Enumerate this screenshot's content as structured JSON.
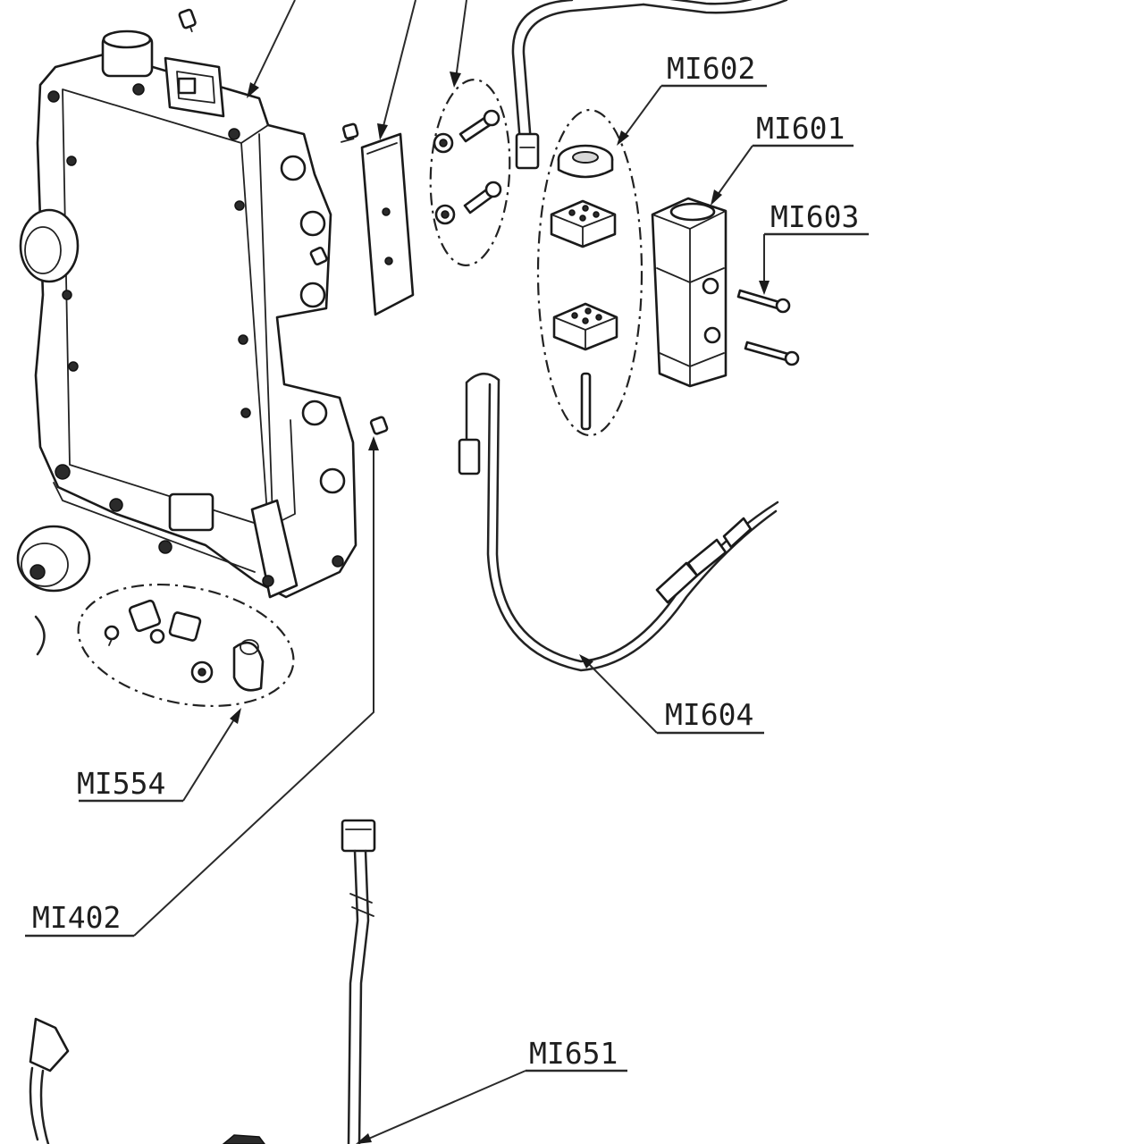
{
  "labels": {
    "mi602": "MI602",
    "mi601": "MI601",
    "mi603": "MI603",
    "mi604": "MI604",
    "mi554": "MI554",
    "mi402": "MI402",
    "mi651": "MI651"
  }
}
